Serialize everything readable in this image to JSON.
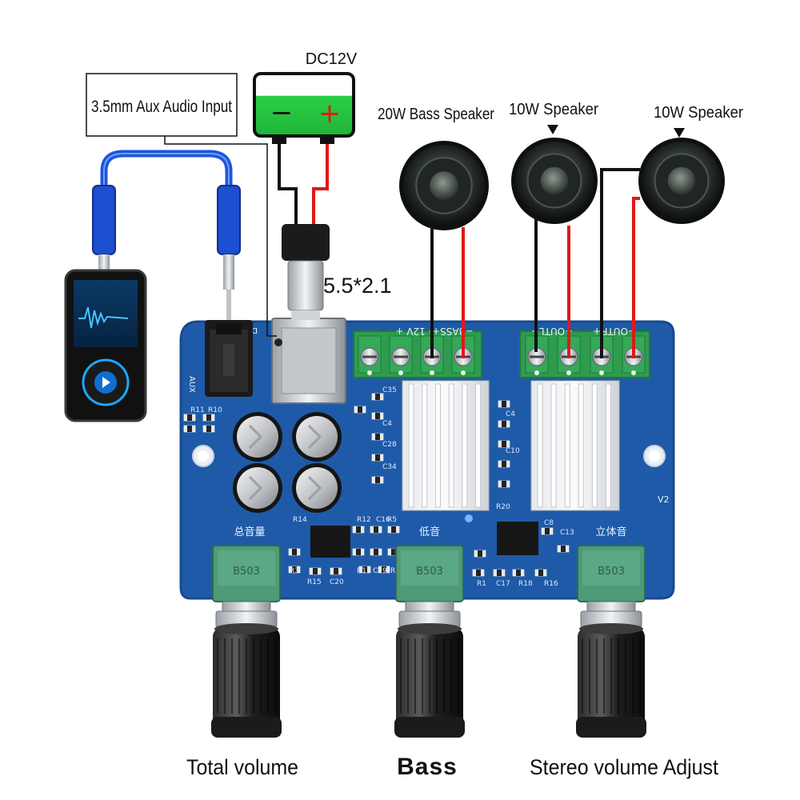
{
  "labels": {
    "aux_input": "3.5mm Aux Audio Input",
    "power": "DC12V",
    "barrel_size": "5.5*2.1",
    "bass_speaker": "20W Bass Speaker",
    "left_speaker": "10W Speaker",
    "right_speaker": "10W Speaker",
    "knob_total": "Total volume",
    "knob_bass": "Bass",
    "knob_stereo": "Stereo volume Adjust"
  },
  "battery": {
    "minus": "−",
    "plus": "+"
  },
  "board": {
    "terminal_power": "−  12V  +",
    "terminal_bass": "−BASS+",
    "terminal_outl": "−OUTL+",
    "terminal_outr": "−OUTR+",
    "silk_total": "总音量",
    "silk_bass": "低音",
    "silk_stereo": "立体音",
    "aux": "AUX",
    "dc": "DC",
    "version": "V2",
    "pot_code": "B503",
    "components": [
      "R11",
      "R10",
      "C35",
      "C4",
      "C28",
      "C34",
      "R14",
      "R12",
      "C16",
      "R5",
      "R15",
      "C20",
      "R13",
      "C19",
      "R17",
      "R20",
      "C8",
      "C13",
      "R1",
      "C17",
      "R18",
      "R16",
      "R3",
      "C4",
      "C10"
    ]
  },
  "colors": {
    "pcb": "#1f5aa8",
    "terminal": "#2f9b4e",
    "pot": "#4f9a78",
    "battery": "#2fcf4a",
    "wire_black": "#111111",
    "wire_red": "#e01818",
    "cable_blue": "#1f56d8"
  }
}
